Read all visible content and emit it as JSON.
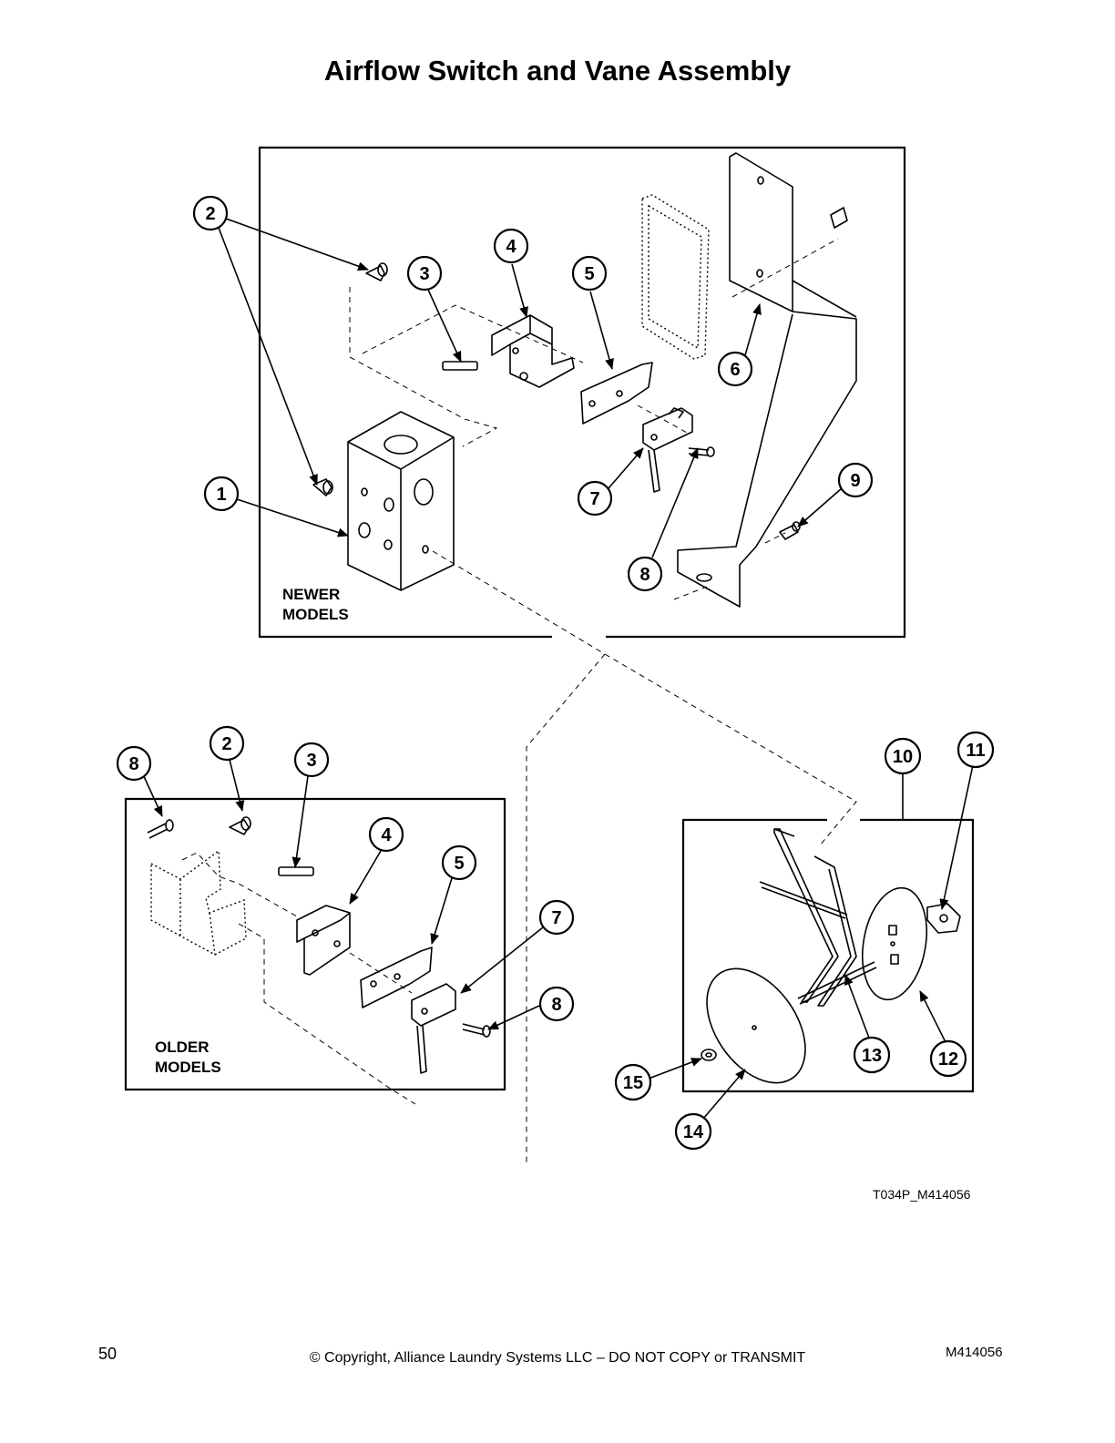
{
  "page": {
    "title": "Airflow Switch and Vane Assembly",
    "page_number": "50",
    "copyright": "© Copyright, Alliance Laundry Systems LLC – DO NOT COPY or TRANSMIT",
    "doc_code": "M414056"
  },
  "diagram": {
    "figure_code": "T034P_M414056",
    "newer_label": [
      "NEWER",
      "MODELS"
    ],
    "older_label": [
      "OLDER",
      "MODELS"
    ],
    "callouts": {
      "newer": [
        "2",
        "4",
        "3",
        "5",
        "6",
        "9",
        "1",
        "7",
        "8"
      ],
      "older": [
        "8",
        "2",
        "3",
        "4",
        "5",
        "7",
        "8"
      ],
      "vane": [
        "10",
        "11",
        "13",
        "12",
        "15",
        "14"
      ]
    }
  }
}
